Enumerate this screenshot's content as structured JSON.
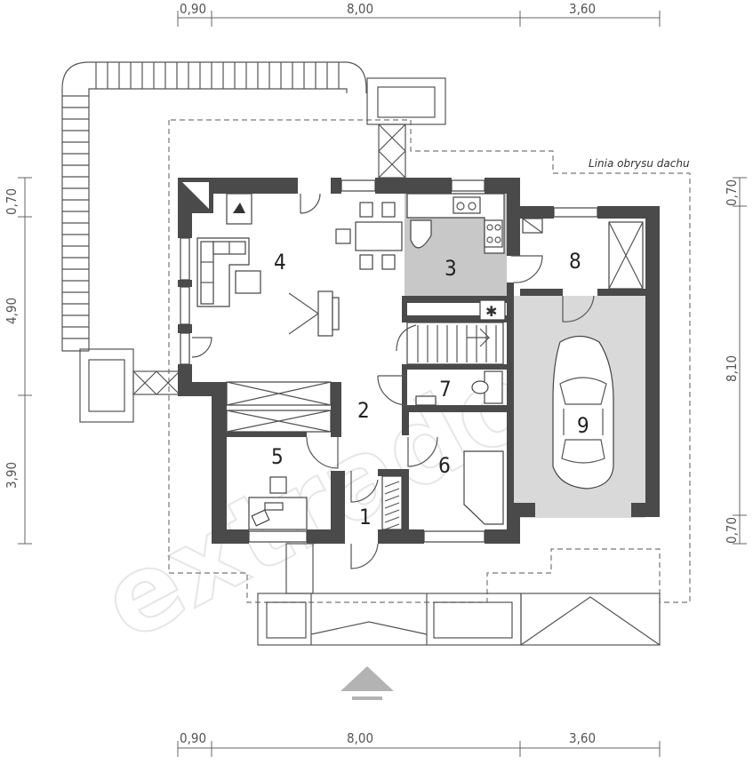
{
  "dimensions": {
    "top": [
      "0,90",
      "8,00",
      "3,60"
    ],
    "bottom": [
      "0,90",
      "8,00",
      "3,60"
    ],
    "left": [
      "0,70",
      "4,90",
      "3,90"
    ],
    "right": [
      "0,70",
      "8,10",
      "0,70"
    ]
  },
  "rooms": [
    {
      "id": "1",
      "label": "1"
    },
    {
      "id": "2",
      "label": "2"
    },
    {
      "id": "3",
      "label": "3"
    },
    {
      "id": "4",
      "label": "4"
    },
    {
      "id": "5",
      "label": "5"
    },
    {
      "id": "6",
      "label": "6"
    },
    {
      "id": "7",
      "label": "7"
    },
    {
      "id": "8",
      "label": "8"
    },
    {
      "id": "9",
      "label": "9"
    }
  ],
  "roof_outline_label": "Linia obrysu dachu",
  "watermark": "extradom",
  "colors": {
    "wall": "#4a4a4a",
    "kitchen_floor": "#c8c8c8",
    "garage_floor": "#d9d9d9",
    "entrance_arrow": "#b3b3b3"
  }
}
